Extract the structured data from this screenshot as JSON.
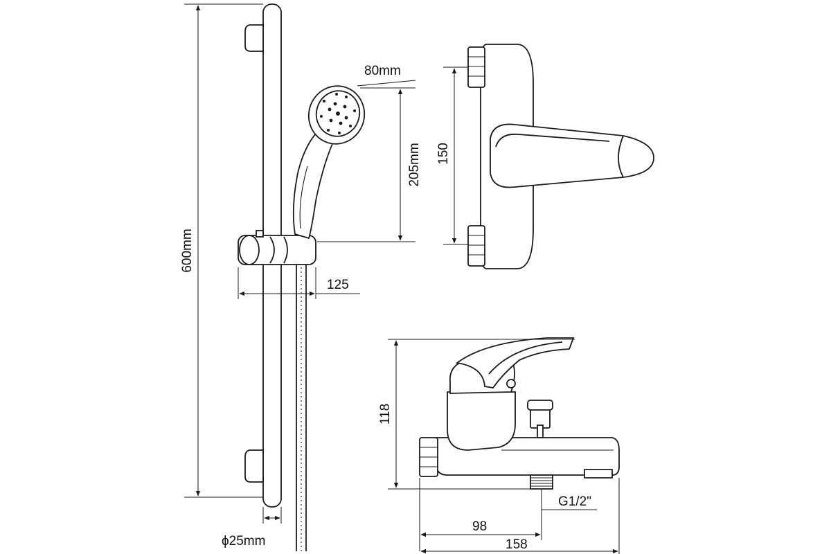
{
  "dimensions": {
    "rail_length": "600mm",
    "rail_diameter": "ϕ25mm",
    "handshower_head": "80mm",
    "handshower_length": "205mm",
    "holder_projection": "125",
    "mixer_height": "150",
    "mixer_depth": "118",
    "inlet_thread": "G1/2\"",
    "outlet_offset": "98",
    "mixer_length": "158"
  }
}
